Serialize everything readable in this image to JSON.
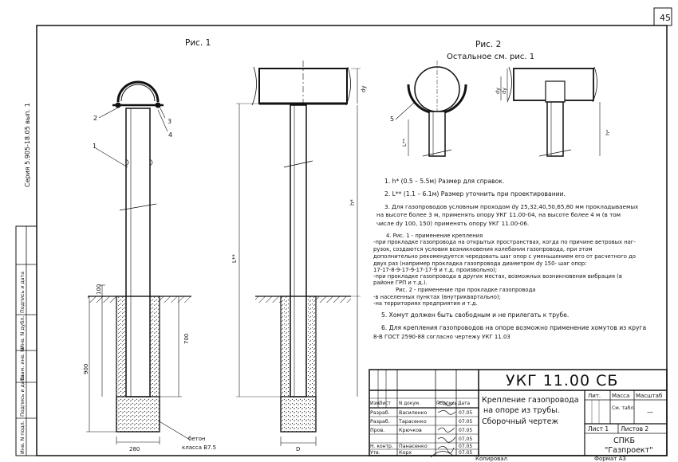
{
  "sheet_number": "45",
  "series": "Серия 5.905-18.05 вып. 1",
  "side_stamp": [
    "Инв. N подл.",
    "Подпись и дата",
    "Взам. инв. N",
    "Инв. N дубл.",
    "Подпись и дата"
  ],
  "fig1": {
    "title": "Рис. 1",
    "callouts": [
      "1",
      "2",
      "3",
      "4"
    ],
    "dims": [
      "100",
      "700",
      "900",
      "280"
    ],
    "concrete": [
      "бетон",
      "класса В7.5"
    ]
  },
  "fig_center": {
    "dims": [
      "dу",
      "L**",
      "h*",
      "D"
    ]
  },
  "fig2": {
    "title": "Рис. 2",
    "subtitle": "Остальное см. рис. 1",
    "callouts": [
      "5"
    ],
    "dims": [
      "L**",
      "dу",
      "dу",
      "h*"
    ]
  },
  "notes": {
    "n1": "1. h* (0.5  – 5.5м) Размер для справок.",
    "n2": "2. L** (1.1 – 6.1м) Размер уточнить при проектировании.",
    "n3": [
      "3. Для газопроводов условным проходом dу 25,32,40,50,65,80 мм прокладываемых",
      "на высоте более 3 м, применять опору УКГ 11.00-04, на высоте более 4 м (в том",
      "числе dу 100, 150) применять опору УКГ 11.00-06."
    ],
    "n4": [
      "4. Рис. 1 - применение крепления",
      "-при прокладке газопровода на открытых пространствах, когда по причине ветровых наг-",
      "рузок, создаются условия возникновения колебания газопровода, при этом",
      "дополнительно рекомендуется чередовать шаг опор с уменьшением его от расчетного до",
      "двух раз (например прокладка газопровода диаметром dу 150- шаг опор:",
      "17-17-8-9-17-9-17-17-9 и т.д. произвольно);",
      "-при прокладке газопровода в других местах, возможных возникновения вибрация (в",
      "районе ГРП и т.д.).",
      "Рис. 2 - применение при прокладке газопровода",
      "-в населенных пунктах (внутриквартально);",
      "-на территориях предприятия и т.д."
    ],
    "n5": "5. Хомут должен быть свободным и не прилегать к трубе.",
    "n6": [
      "6. Для крепления газопроводов на опоре возможно применение хомутов из круга",
      "8-В ГОСТ 2590-88 согласно чертежу УКГ 11.03"
    ]
  },
  "title_block": {
    "code": "УКГ  11.00  СБ",
    "name": [
      "Крепление газопровода",
      "на опоре из трубы.",
      "Сборочный чертеж"
    ],
    "headers": [
      "Изм.",
      "Лист",
      "N докум.",
      "Подпись",
      "Дата"
    ],
    "rows": [
      {
        "role": "Разраб.",
        "name": "Василенко",
        "date": "07.05"
      },
      {
        "role": "Разраб.",
        "name": "Тарасенко",
        "date": "07.05"
      },
      {
        "role": "Пров.",
        "name": "Крючков",
        "date": "07.05"
      },
      {
        "role": "",
        "name": "",
        "date": "07.05"
      },
      {
        "role": "Н. контр.",
        "name": "Панасенко",
        "date": "07.05"
      },
      {
        "role": "Утв.",
        "name": "Корх",
        "date": "07.05"
      }
    ],
    "lit_header": [
      "Лит.",
      "Масса",
      "Масштаб"
    ],
    "mass": "См. табл.",
    "scale": "—",
    "sheet": "Лист 1",
    "sheets": "Листов 2",
    "org": [
      "СПКБ",
      "\"Газпроект\""
    ],
    "copied": "Копировал",
    "format": "Формат А3"
  }
}
